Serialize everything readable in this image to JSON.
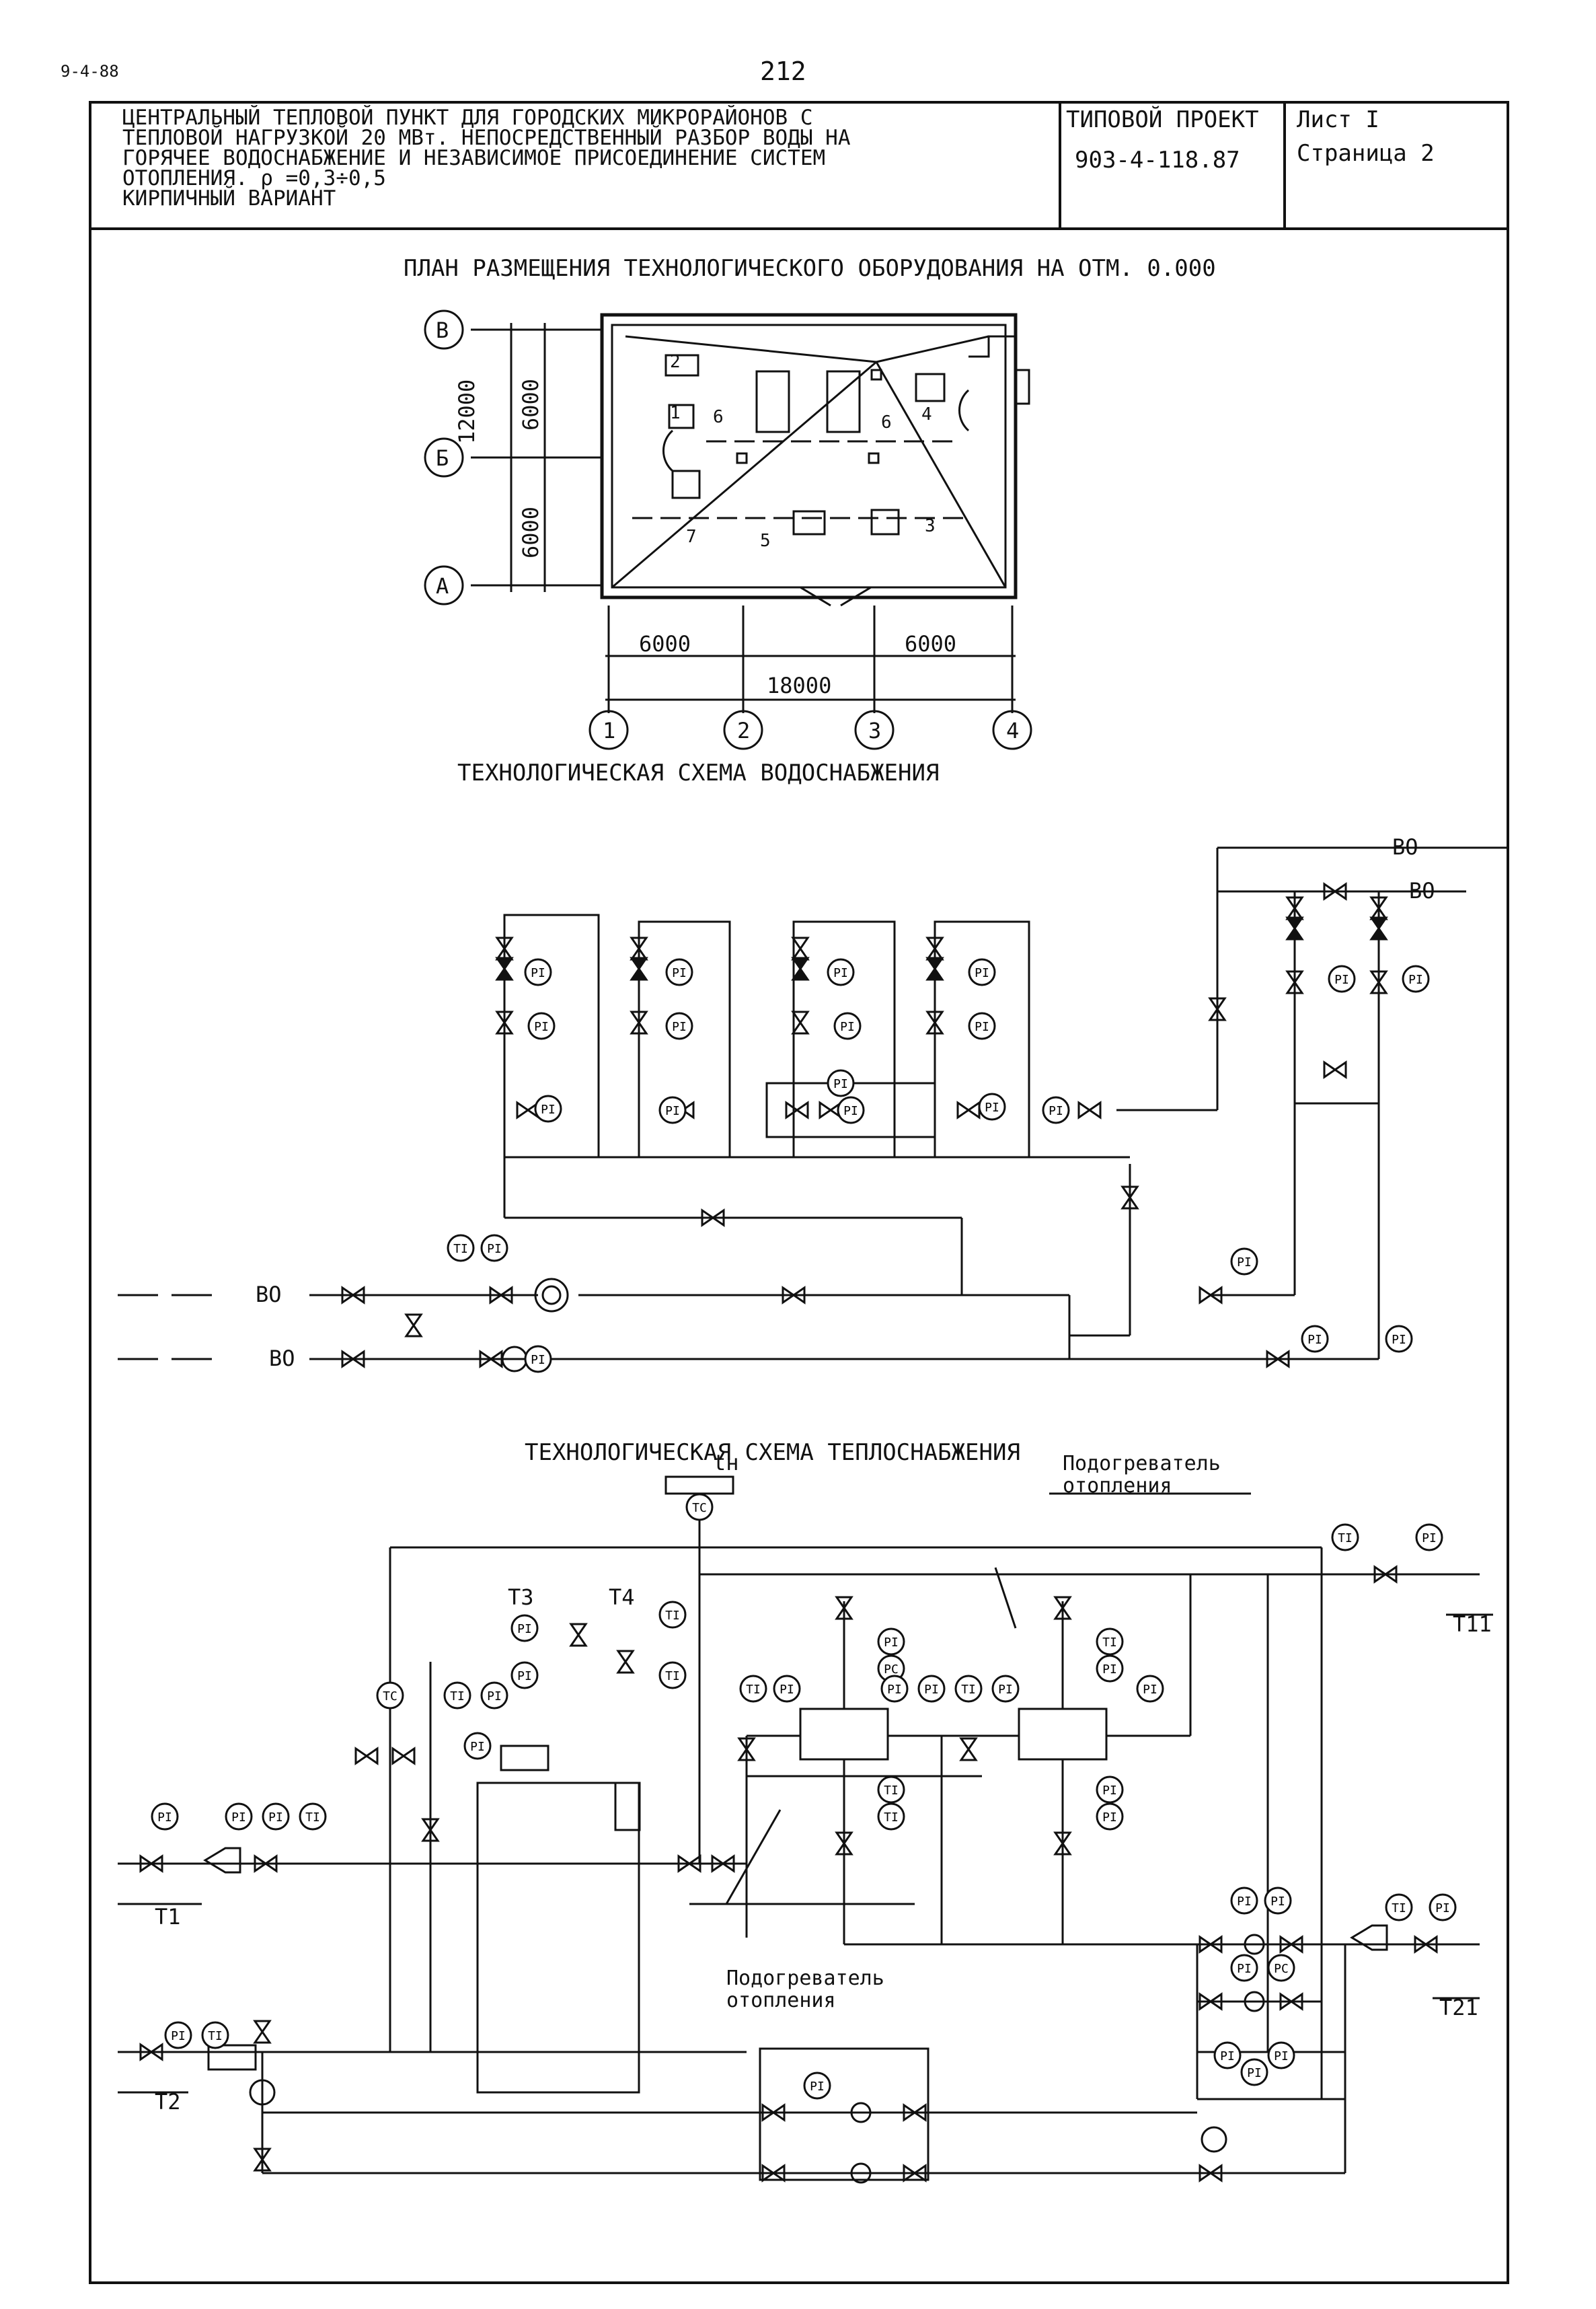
{
  "header": {
    "corner_code": "9-4-88",
    "page_number": "212",
    "title": "ЦЕНТРАЛЬНЫЙ ТЕПЛОВОЙ ПУНКТ ДЛЯ ГОРОДСКИХ МИКРОРАЙОНОВ С\nТЕПЛОВОЙ НАГРУЗКОЙ 20 МВт. НЕПОСРЕДСТВЕННЫЙ РАЗБОР ВОДЫ НА\nГОРЯЧЕЕ ВОДОСНАБЖЕНИЕ И НЕЗАВИСИМОЕ ПРИСОЕДИНЕНИЕ СИСТЕМ\nОТОПЛЕНИЯ.    ρ =0,3÷0,5\nКИРПИЧНЫЙ ВАРИАНТ",
    "project_label": "ТИПОВОЙ ПРОЕКТ",
    "project_number": "903-4-118.87",
    "sheet_label": "Лист I",
    "page_label": "Страница 2"
  },
  "plan": {
    "title": "ПЛАН РАЗМЕЩЕНИЯ ТЕХНОЛОГИЧЕСКОГО ОБОРУДОВАНИЯ НА ОТМ. 0.000",
    "row_axes": [
      "В",
      "Б",
      "А"
    ],
    "col_axes": [
      "1",
      "2",
      "3",
      "4"
    ],
    "dim_total_v": "12000",
    "dim_v_top": "6000",
    "dim_v_bottom": "6000",
    "dim_h_left": "6000",
    "dim_h_right": "6000",
    "dim_total_h": "18000",
    "equipment_labels": [
      "2",
      "1",
      "6",
      "6",
      "4",
      "7",
      "5",
      "3"
    ]
  },
  "water_scheme": {
    "title": "ТЕХНОЛОГИЧЕСКАЯ СХЕМА ВОДОСНАБЖЕНИЯ",
    "pipe_labels": [
      "ВО",
      "ВО",
      "ВО",
      "ВО"
    ],
    "instrument_tags": [
      "PI",
      "PI",
      "PI",
      "PI",
      "PI",
      "PI",
      "PI",
      "PI",
      "PI",
      "PI",
      "PI",
      "PI",
      "PI",
      "PI",
      "PI",
      "PI",
      "PI",
      "PI",
      "TI",
      "PI",
      "PI",
      "PI"
    ]
  },
  "heat_scheme": {
    "title": "ТЕХНОЛОГИЧЕСКАЯ СХЕМА ТЕПЛОСНАБЖЕНИЯ",
    "heater_label_top": "Подогреватель\nотопления",
    "heater_label_bottom": "Подогреватель\nотопления",
    "outdoor_temp": "tн",
    "pipe_labels": [
      "Т1",
      "Т2",
      "Т3",
      "Т4",
      "Т11",
      "Т21"
    ],
    "instrument_tags": [
      "TC",
      "TC",
      "TI",
      "PI",
      "PI",
      "TI",
      "PI",
      "TI",
      "PI",
      "TI",
      "PI",
      "PI",
      "PC",
      "PI",
      "PI",
      "TI",
      "PI",
      "TI",
      "PI",
      "PI",
      "TI",
      "TI",
      "PI",
      "PI",
      "TI",
      "PI",
      "TI",
      "PI",
      "PI",
      "PI",
      "PI",
      "PC",
      "PI",
      "PI",
      "PI",
      "PI",
      "PI",
      "PI",
      "TI",
      "PI",
      "TI",
      "PI"
    ]
  }
}
